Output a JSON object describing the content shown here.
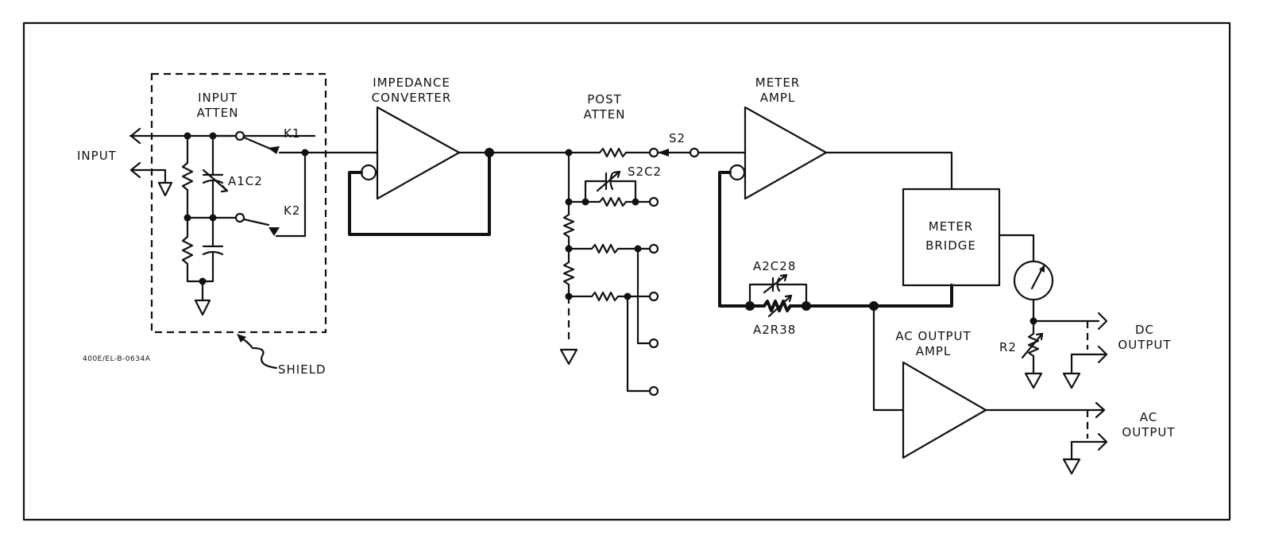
{
  "diagram": {
    "labels": {
      "input": "INPUT",
      "input_atten_1": "INPUT",
      "input_atten_2": "ATTEN",
      "k1": "K1",
      "k2": "K2",
      "a1c2": "A1C2",
      "impedance_1": "IMPEDANCE",
      "impedance_2": "CONVERTER",
      "post_1": "POST",
      "post_2": "ATTEN",
      "s2c2": "S2C2",
      "s2": "S2",
      "meter_ampl_1": "METER",
      "meter_ampl_2": "AMPL",
      "meter_bridge_1": "METER",
      "meter_bridge_2": "BRIDGE",
      "a2c28": "A2C28",
      "a2r38": "A2R38",
      "ac_output_ampl_1": "AC OUTPUT",
      "ac_output_ampl_2": "AMPL",
      "r2": "R2",
      "dc_output_1": "DC",
      "dc_output_2": "OUTPUT",
      "ac_output_1": "AC",
      "ac_output_2": "OUTPUT",
      "shield": "SHIELD",
      "figure_code": "400E/EL-B-0634A"
    }
  }
}
